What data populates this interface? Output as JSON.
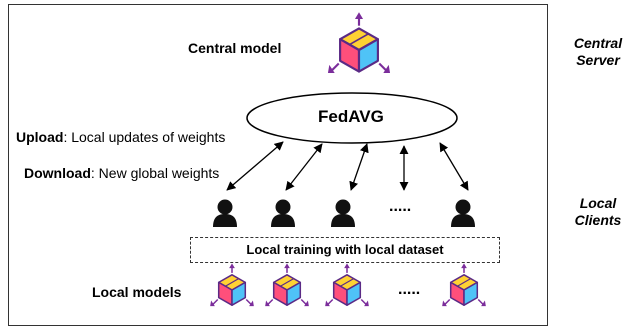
{
  "central_model_label": "Central model",
  "fedavg_label": "FedAVG",
  "upload": {
    "bold": "Upload",
    "rest": ": Local updates of weights"
  },
  "download": {
    "bold": "Download",
    "rest": ": New global weights"
  },
  "clients_ellipsis": ".....",
  "local_training_label": "Local training with local dataset",
  "local_models_label": "Local models",
  "models_ellipsis": ".....",
  "side_labels": {
    "central_line1": "Central",
    "central_line2": "Server",
    "local_line1": "Local",
    "local_line2": "Clients"
  },
  "colors": {
    "cube_top": "#FFD233",
    "cube_left": "#FF4F7B",
    "cube_right": "#4FC3F7",
    "cube_outline": "#5B2A86",
    "arrow_purple": "#7B2D9B",
    "person": "#111111"
  }
}
